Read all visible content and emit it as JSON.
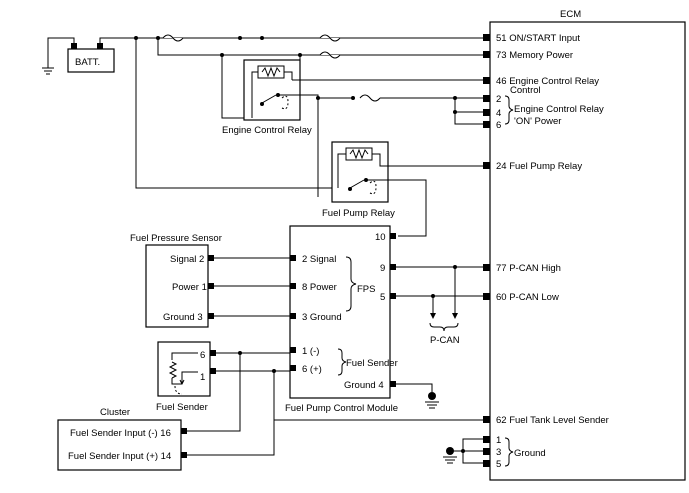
{
  "ecm": {
    "title": "ECM",
    "pins": [
      {
        "label": "51 ON/START Input"
      },
      {
        "label": "73 Memory Power"
      },
      {
        "label": "46 Engine Control Relay"
      },
      {
        "label": "Control"
      },
      {
        "label": "2"
      },
      {
        "label": "4"
      },
      {
        "label": "6"
      },
      {
        "label": "Engine Control Relay"
      },
      {
        "label": "'ON' Power"
      },
      {
        "label": "24 Fuel Pump Relay"
      },
      {
        "label": "77 P-CAN High"
      },
      {
        "label": "60 P-CAN Low"
      },
      {
        "label": "62 Fuel Tank Level Sender"
      },
      {
        "label": "1"
      },
      {
        "label": "3"
      },
      {
        "label": "5"
      },
      {
        "label": "Ground"
      }
    ]
  },
  "battery": {
    "label": "BATT."
  },
  "engine_relay": {
    "label": "Engine Control Relay"
  },
  "fuel_pump_relay": {
    "label": "Fuel Pump Relay"
  },
  "fuel_pressure_sensor": {
    "title": "Fuel Pressure Sensor",
    "pins": [
      "Signal 2",
      "Power 1",
      "Ground 3"
    ]
  },
  "fpcm": {
    "title": "Fuel Pump Control Module",
    "left_pins": [
      "2 Signal",
      "8 Power",
      "3 Ground",
      "1 (-)",
      "6 (+)"
    ],
    "right_pins": [
      "10",
      "9",
      "5",
      "Ground 4"
    ],
    "fps_label": "FPS",
    "fuel_sender_label": "Fuel Sender"
  },
  "fuel_sender": {
    "label": "Fuel Sender",
    "pin_top": "6",
    "pin_bottom": "1"
  },
  "cluster": {
    "title": "Cluster",
    "pins": [
      "Fuel Sender Input (-) 16",
      "Fuel Sender Input (+) 14"
    ]
  },
  "pcan_label": "P-CAN"
}
